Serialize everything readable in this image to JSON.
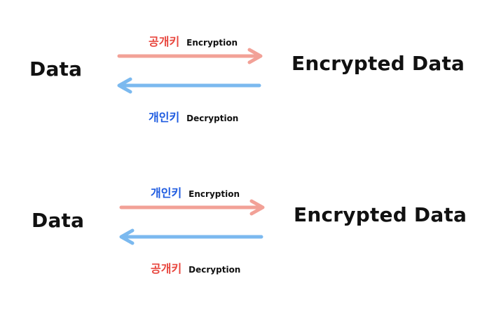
{
  "colors": {
    "public_key": "#e8473f",
    "private_key": "#1e5be0",
    "arrow_forward": "#f2a197",
    "arrow_backward": "#7bb9ef"
  },
  "diagrams": [
    {
      "left_node": "Data",
      "right_node": "Encrypted Data",
      "forward": {
        "key": "공개키",
        "key_type": "public_key",
        "operation": "Encryption"
      },
      "backward": {
        "key": "개인키",
        "key_type": "private_key",
        "operation": "Decryption"
      }
    },
    {
      "left_node": "Data",
      "right_node": "Encrypted Data",
      "forward": {
        "key": "개인키",
        "key_type": "private_key",
        "operation": "Encryption"
      },
      "backward": {
        "key": "공개키",
        "key_type": "public_key",
        "operation": "Decryption"
      }
    }
  ]
}
